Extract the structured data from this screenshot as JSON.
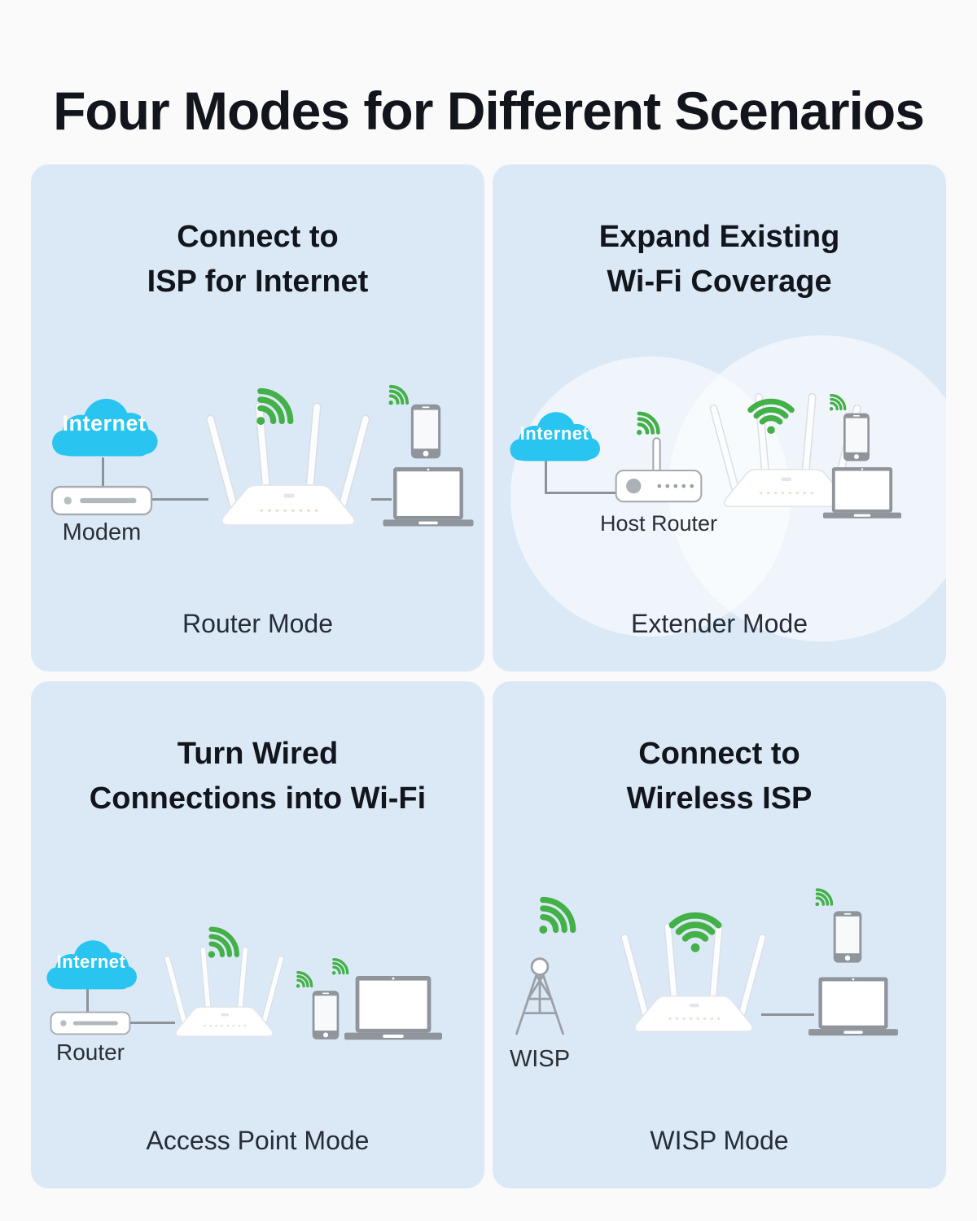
{
  "page": {
    "title": "Four Modes for Different Scenarios"
  },
  "colors": {
    "page_bg": "#fafafa",
    "card_bg": "#dbe9f7",
    "heading_text": "#12151b",
    "mode_text": "#262d38",
    "cloud_blue": "#29c5f0",
    "wifi_green": "#43b048",
    "device_gray": "#8f959b",
    "line_gray": "#8d9298",
    "bubble_white": "rgba(255,255,255,0.55)"
  },
  "cards": [
    {
      "id": "router-mode",
      "heading_line1": "Connect to",
      "heading_line2": "ISP for Internet",
      "cloud_label": "Internet",
      "device_label": "Modem",
      "mode_label": "Router Mode"
    },
    {
      "id": "extender-mode",
      "heading_line1": "Expand Existing",
      "heading_line2": "Wi-Fi Coverage",
      "cloud_label": "Internet",
      "device_label": "Host Router",
      "mode_label": "Extender Mode"
    },
    {
      "id": "access-point-mode",
      "heading_line1": "Turn Wired",
      "heading_line2": "Connections into Wi-Fi",
      "cloud_label": "Internet",
      "device_label": "Router",
      "mode_label": "Access Point Mode"
    },
    {
      "id": "wisp-mode",
      "heading_line1": "Connect to",
      "heading_line2": "Wireless ISP",
      "device_label": "WISP",
      "mode_label": "WISP Mode"
    }
  ],
  "icons": {
    "wifi": "wifi-signal-icon",
    "cloud": "internet-cloud-icon",
    "router": "wireless-router-icon",
    "modem": "modem-icon",
    "host_router": "host-router-icon",
    "phone": "smartphone-icon",
    "laptop": "laptop-icon",
    "tower": "wisp-tower-icon"
  }
}
